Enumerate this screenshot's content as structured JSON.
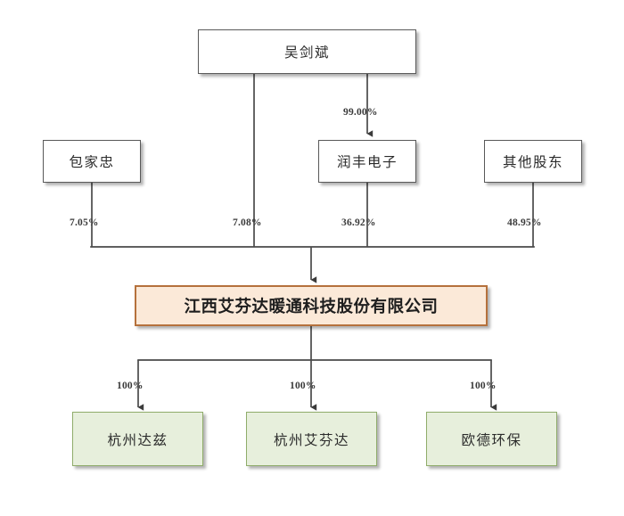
{
  "diagram": {
    "type": "ownership-structure-chart",
    "title_text": "",
    "colors": {
      "company_fill": "#fbe9d8",
      "company_border": "#b5713c",
      "subsidiary_fill": "#e7efdc",
      "subsidiary_border": "#8fac6a",
      "shareholder_fill": "#ffffff",
      "shareholder_border": "#595959",
      "connector": "#4a4a4a",
      "background": "#ffffff"
    }
  },
  "ultimate_owner": {
    "label": "吴剑斌"
  },
  "shareholders": [
    {
      "label": "包家忠",
      "percent": "7.05%"
    },
    {
      "label": "吴剑斌",
      "percent": "7.08%"
    },
    {
      "label": "润丰电子",
      "percent": "36.92%"
    },
    {
      "label": "其他股东",
      "percent": "48.95%"
    }
  ],
  "owner_to_entity": {
    "percent": "99.00%",
    "from": "吴剑斌",
    "to": "润丰电子"
  },
  "company": {
    "label": "江西艾芬达暖通科技股份有限公司"
  },
  "subsidiaries": [
    {
      "label": "杭州达兹",
      "percent": "100%"
    },
    {
      "label": "杭州艾芬达",
      "percent": "100%"
    },
    {
      "label": "欧德环保",
      "percent": "100%"
    }
  ]
}
